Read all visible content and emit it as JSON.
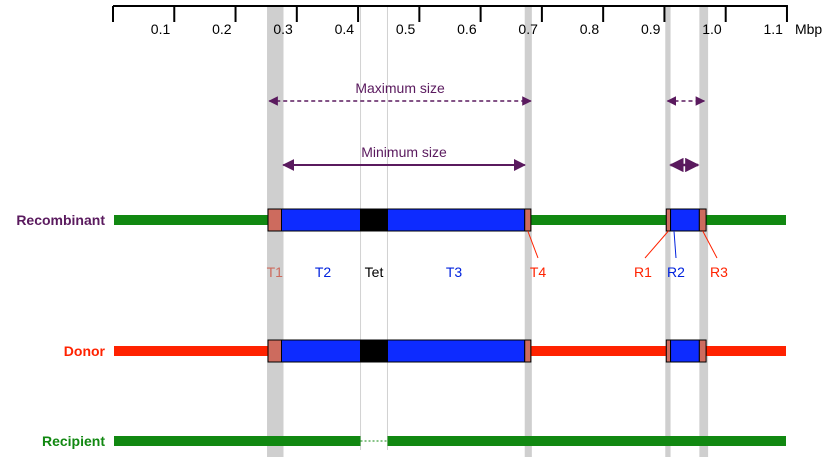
{
  "axis": {
    "unit": "Mbp",
    "start": 0.0,
    "end": 1.1,
    "ticks": [
      {
        "value": 0.1,
        "label": "0.1"
      },
      {
        "value": 0.2,
        "label": "0.2"
      },
      {
        "value": 0.3,
        "label": "0.3"
      },
      {
        "value": 0.4,
        "label": "0.4"
      },
      {
        "value": 0.5,
        "label": "0.5"
      },
      {
        "value": 0.6,
        "label": "0.6"
      },
      {
        "value": 0.7,
        "label": "0.7"
      },
      {
        "value": 0.8,
        "label": "0.8"
      },
      {
        "value": 0.9,
        "label": "0.9"
      },
      {
        "value": 1.0,
        "label": "1.0"
      },
      {
        "value": 1.1,
        "label": "1.1"
      }
    ]
  },
  "tracks": {
    "recombinant": {
      "label": "Recombinant",
      "label_color": "#5a1a5e",
      "backbone_color": "#118811"
    },
    "donor": {
      "label": "Donor",
      "label_color": "#ff2200",
      "backbone_color": "#ff2200"
    },
    "recipient": {
      "label": "Recipient",
      "label_color": "#118811",
      "backbone_color": "#118811"
    }
  },
  "regions": {
    "T1": {
      "label": "T1",
      "start": 0.253,
      "end": 0.275,
      "color": "#cd6b5e",
      "label_color": "#cd6b5e"
    },
    "T2": {
      "label": "T2",
      "start": 0.275,
      "end": 0.404,
      "color": "#0d2bff",
      "label_color": "#0022dd"
    },
    "Tet": {
      "label": "Tet",
      "start": 0.404,
      "end": 0.448,
      "color": "#000000",
      "label_color": "#000000"
    },
    "T3": {
      "label": "T3",
      "start": 0.448,
      "end": 0.672,
      "color": "#0d2bff",
      "label_color": "#0022dd"
    },
    "T4": {
      "label": "T4",
      "start": 0.672,
      "end": 0.682,
      "color": "#cd6b5e",
      "label_color": "#ff2200"
    },
    "R1": {
      "label": "R1",
      "start": 0.903,
      "end": 0.91,
      "color": "#cd6b5e",
      "label_color": "#ff2200"
    },
    "R2": {
      "label": "R2",
      "start": 0.91,
      "end": 0.957,
      "color": "#0d2bff",
      "label_color": "#0022dd"
    },
    "R3": {
      "label": "R3",
      "start": 0.957,
      "end": 0.968,
      "color": "#cd6b5e",
      "label_color": "#ff2200"
    }
  },
  "recipient_gap": {
    "start": 0.404,
    "end": 0.448
  },
  "highlight_color": "#cfcfcf",
  "size_arrows": {
    "maximum": {
      "label": "Maximum size",
      "start": 0.255,
      "end": 0.682
    },
    "minimum": {
      "label": "Minimum size",
      "start": 0.278,
      "end": 0.672
    },
    "right_maximum": {
      "start": 0.905,
      "end": 0.965
    },
    "right_minimum": {
      "start": 0.91,
      "end": 0.955
    },
    "color": "#5a1a5e"
  }
}
